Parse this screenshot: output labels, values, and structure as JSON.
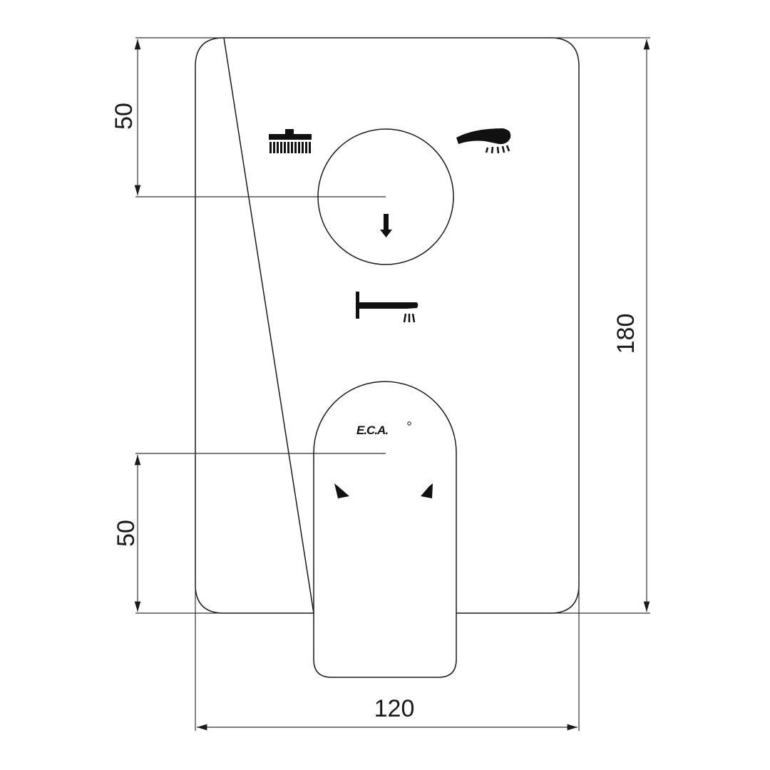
{
  "dimensions": {
    "top_offset": "50",
    "bottom_offset": "50",
    "height": "180",
    "width": "120"
  },
  "logo": {
    "text": "E.C.A."
  },
  "icons": [
    "overhead-shower-icon",
    "hand-shower-icon",
    "diverter-arrow-icon",
    "bath-spout-icon",
    "hot-indicator-icon",
    "cold-indicator-icon"
  ],
  "colors": {
    "line": "#1a1a1a",
    "background": "#ffffff"
  }
}
